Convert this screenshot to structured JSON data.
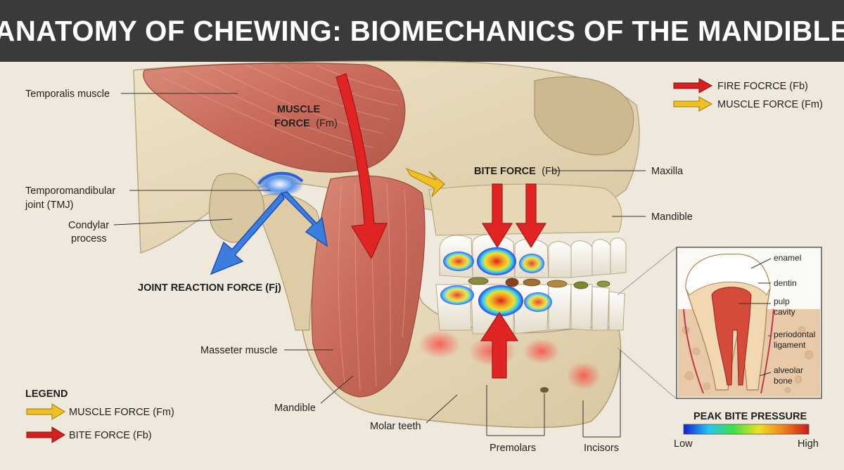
{
  "title": "ANATOMY OF CHEWING: BIOMECHANICS OF THE MANDIBLE",
  "labels": {
    "temporalis": "Temporalis muscle",
    "tmj_line1": "Temporomandibular",
    "tmj_line2": "joint (TMJ)",
    "condylar_line1": "Condylar",
    "condylar_line2": "process",
    "joint_reaction": "JOINT REACTION FORCE (Fj)",
    "muscle_force_line1": "MUSCLE",
    "muscle_force_bold": "FORCE",
    "muscle_force_suffix": "(Fm)",
    "bite_force_bold": "BITE FORCE",
    "bite_force_suffix": "(Fb)",
    "maxilla": "Maxilla",
    "mandible_right": "Mandible",
    "masseter": "Masseter muscle",
    "mandible_bottom": "Mandible",
    "molar_teeth": "Molar teeth",
    "premolars": "Premolars",
    "incisors": "Incisors"
  },
  "top_legend": [
    {
      "label": "FIRE FOCRCE (Fb)",
      "color": "#d62020"
    },
    {
      "label": "MUSCLE FORCE (Fm)",
      "color": "#f0c020"
    }
  ],
  "legend": {
    "title": "LEGEND",
    "items": [
      {
        "label": "MUSCLE FORCE (Fm)",
        "color": "#f0c020"
      },
      {
        "label": "BITE FORCE (Fb)",
        "color": "#d62020"
      }
    ]
  },
  "tooth_inset": {
    "enamel": "enamel",
    "dentin": "dentin",
    "pulp_line1": "pulp",
    "pulp_line2": "cavity",
    "perio_line1": "periodontal",
    "perio_line2": "ligament",
    "alveolar_line1": "alveolar",
    "alveolar_line2": "bone"
  },
  "pressure_scale": {
    "title": "PEAK BITE PRESSURE",
    "low": "Low",
    "high": "High",
    "colors": [
      "#1a1ad8",
      "#20c8f0",
      "#40e040",
      "#f0e020",
      "#f08020",
      "#d01818"
    ]
  }
}
